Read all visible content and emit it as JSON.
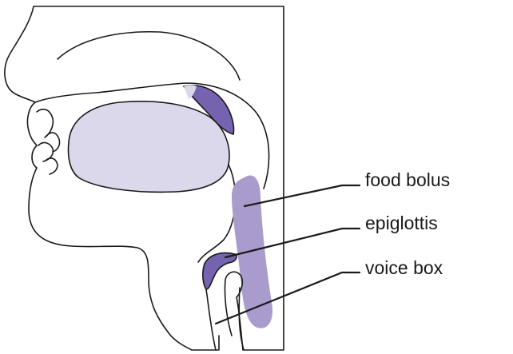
{
  "labels": {
    "food_bolus": "food bolus",
    "epiglottis": "epiglottis",
    "voice_box": "voice box"
  },
  "colors": {
    "outline": "#1a1a1a",
    "tongue_fill": "#dcd8ec",
    "bolus_fill": "#a99ccd",
    "dark_purple": "#7563b0",
    "background": "#ffffff"
  }
}
